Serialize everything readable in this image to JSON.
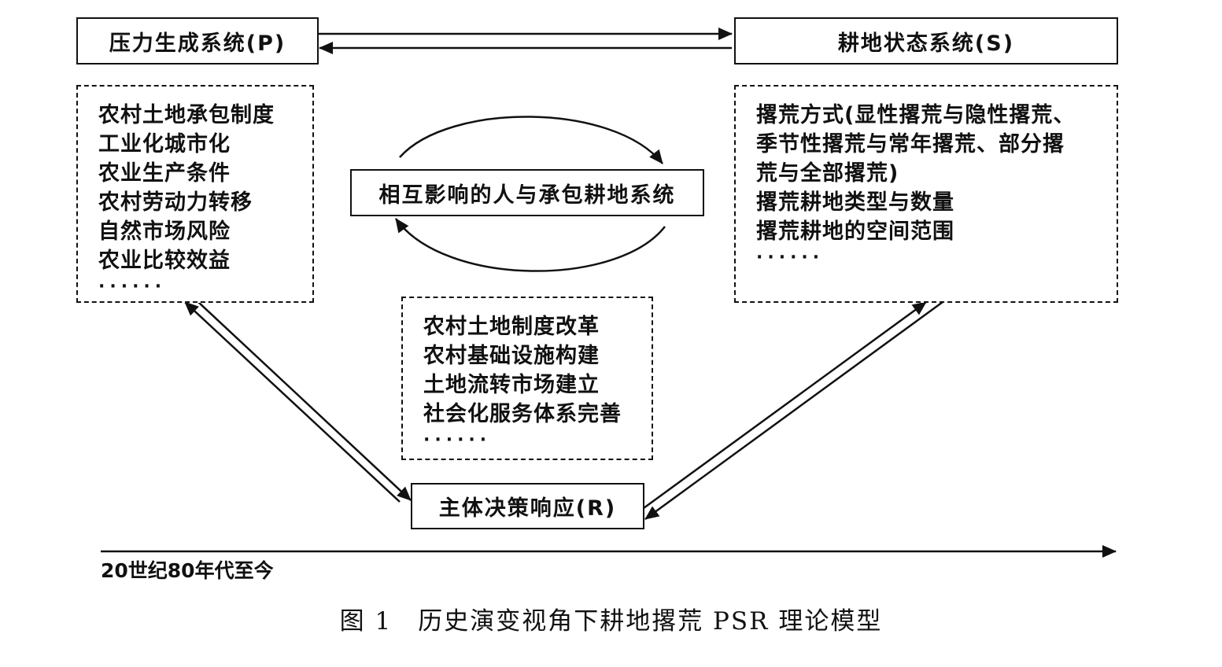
{
  "boxes": {
    "pressure": "压力生成系统(P)",
    "state": "耕地状态系统(S)",
    "center": "相互影响的人与承包耕地系统",
    "response": "主体决策响应(R)"
  },
  "pressure_factors": [
    "农村土地承包制度",
    "工业化城市化",
    "农业生产条件",
    "农村劳动力转移",
    "自然市场风险",
    "农业比较效益"
  ],
  "state_factors": [
    "撂荒方式(显性撂荒与隐性撂荒、",
    "季节性撂荒与常年撂荒、部分撂",
    "荒与全部撂荒)",
    "撂荒耕地类型与数量",
    "撂荒耕地的空间范围"
  ],
  "response_factors": [
    "农村土地制度改革",
    "农村基础设施构建",
    "土地流转市场建立",
    "社会化服务体系完善"
  ],
  "ellipsis": "······",
  "timeline": "20世纪80年代至今",
  "caption": "图 1　历史演变视角下耕地撂荒 PSR 理论模型"
}
